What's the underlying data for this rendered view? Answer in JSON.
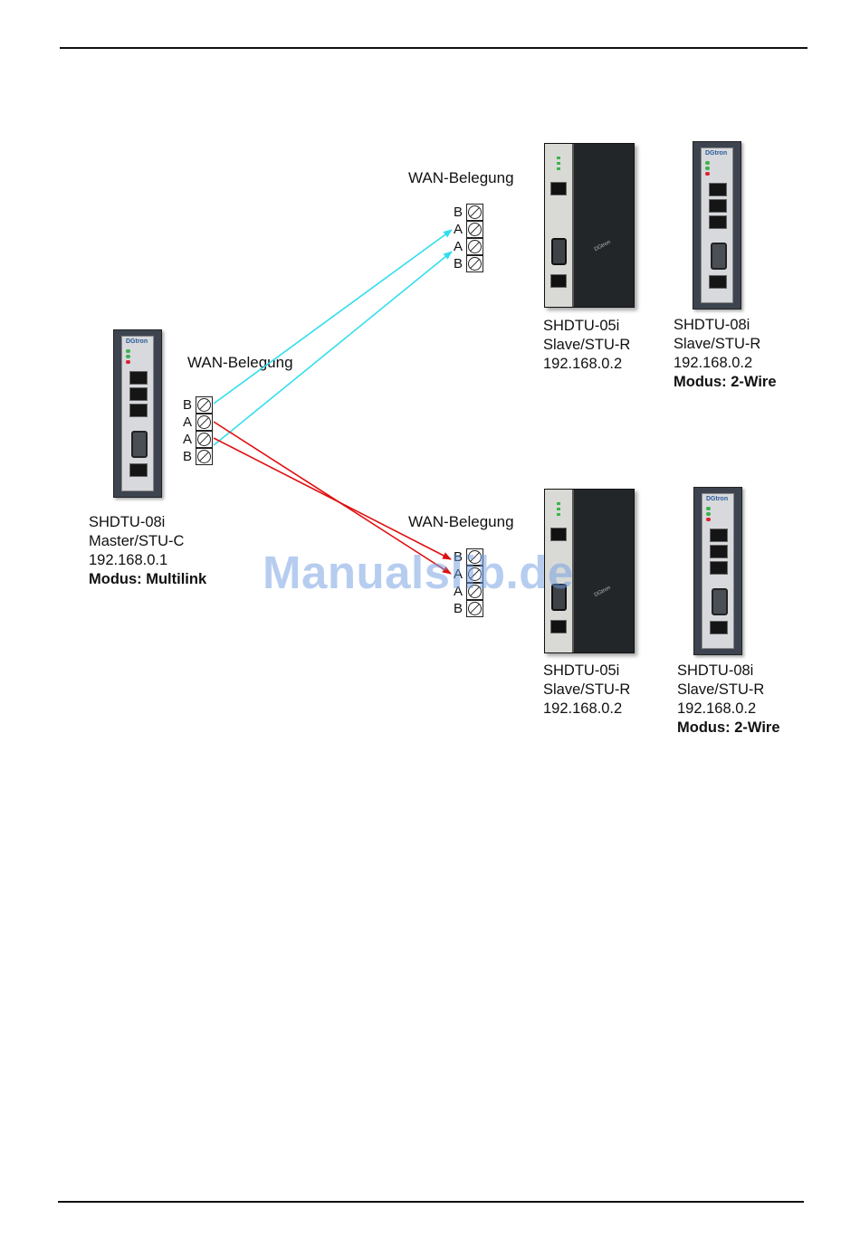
{
  "master": {
    "model": "SHDTU-08i",
    "role": "Master/STU-C",
    "ip": "192.168.0.1",
    "mode": "Modus: Multilink",
    "wan_title": "WAN-Belegung",
    "pins": [
      "B",
      "A",
      "A",
      "B"
    ]
  },
  "slave_top": {
    "wan_title": "WAN-Belegung",
    "pins": [
      "B",
      "A",
      "A",
      "B"
    ],
    "device_05": {
      "model": "SHDTU-05i",
      "role": "Slave/STU-R",
      "ip": "192.168.0.2"
    },
    "device_08": {
      "model": "SHDTU-08i",
      "role": "Slave/STU-R",
      "ip": "192.168.0.2",
      "mode": "Modus: 2-Wire"
    }
  },
  "slave_bottom": {
    "wan_title": "WAN-Belegung",
    "pins": [
      "B",
      "A",
      "A",
      "B"
    ],
    "device_05": {
      "model": "SHDTU-05i",
      "role": "Slave/STU-R",
      "ip": "192.168.0.2"
    },
    "device_08": {
      "model": "SHDTU-08i",
      "role": "Slave/STU-R",
      "ip": "192.168.0.2",
      "mode": "Modus: 2-Wire"
    }
  },
  "watermark": "Manualslib.de",
  "colors": {
    "link_top": "#33ddee",
    "link_bottom": "#e01010",
    "rule": "#111111"
  }
}
